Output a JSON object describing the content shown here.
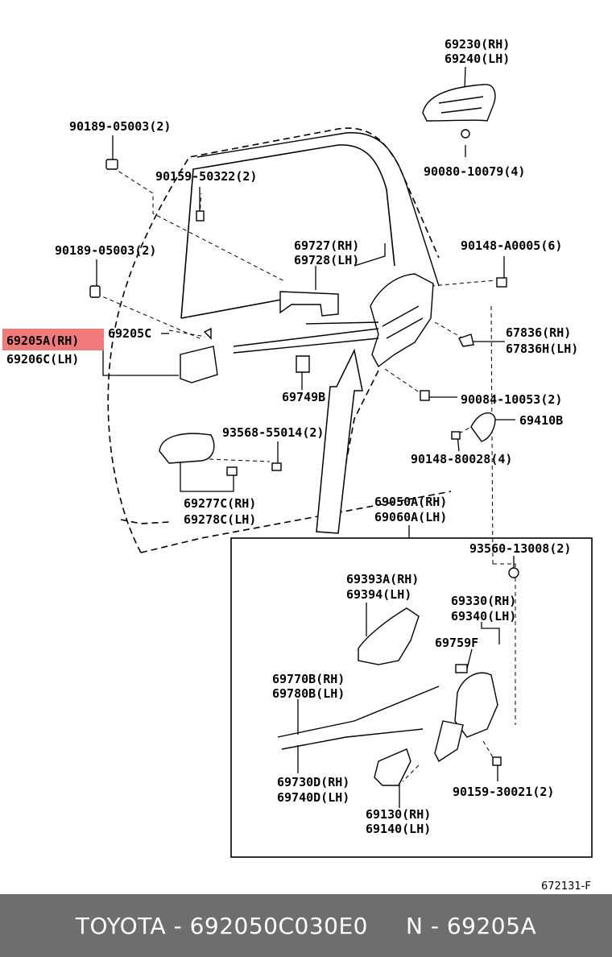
{
  "colors": {
    "highlight": "#f07a7a",
    "footer_bg": "#6e6e6e"
  },
  "labels": {
    "p69230": "69230(RH)",
    "p69240": "69240(LH)",
    "p90189a": "90189-05003(2)",
    "p90159a": "90159-50322(2)",
    "p90080": "90080-10079(4)",
    "p90189b": "90189-05003(2)",
    "p69727": "69727(RH)",
    "p69728": "69728(LH)",
    "p90148a": "90148-A0005(6)",
    "p69205a": "69205A(RH)",
    "p69206c": "69206C(LH)",
    "p69205c": "69205C",
    "p67836": "67836(RH)",
    "p67836h": "67836H(LH)",
    "p69749b": "69749B",
    "p90084": "90084-10053(2)",
    "p69410b": "69410B",
    "p93568": "93568-55014(2)",
    "p90148b": "90148-80028(4)",
    "p69277c": "69277C(RH)",
    "p69278c": "69278C(LH)",
    "p69050a": "69050A(RH)",
    "p69060a": "69060A(LH)",
    "p93560": "93560-13008(2)",
    "p69393a": "69393A(RH)",
    "p69394": "69394(LH)",
    "p69330": "69330(RH)",
    "p69340": "69340(LH)",
    "p69759f": "69759F",
    "p69770b": "69770B(RH)",
    "p69780b": "69780B(LH)",
    "p69730d": "69730D(RH)",
    "p69740d": "69740D(LH)",
    "p69130": "69130(RH)",
    "p69140": "69140(LH)",
    "p90159b": "90159-30021(2)",
    "ref": "672131-F"
  },
  "footer": {
    "brand_part": "TOYOTA - 692050C030E0",
    "number": "N - 69205A"
  }
}
